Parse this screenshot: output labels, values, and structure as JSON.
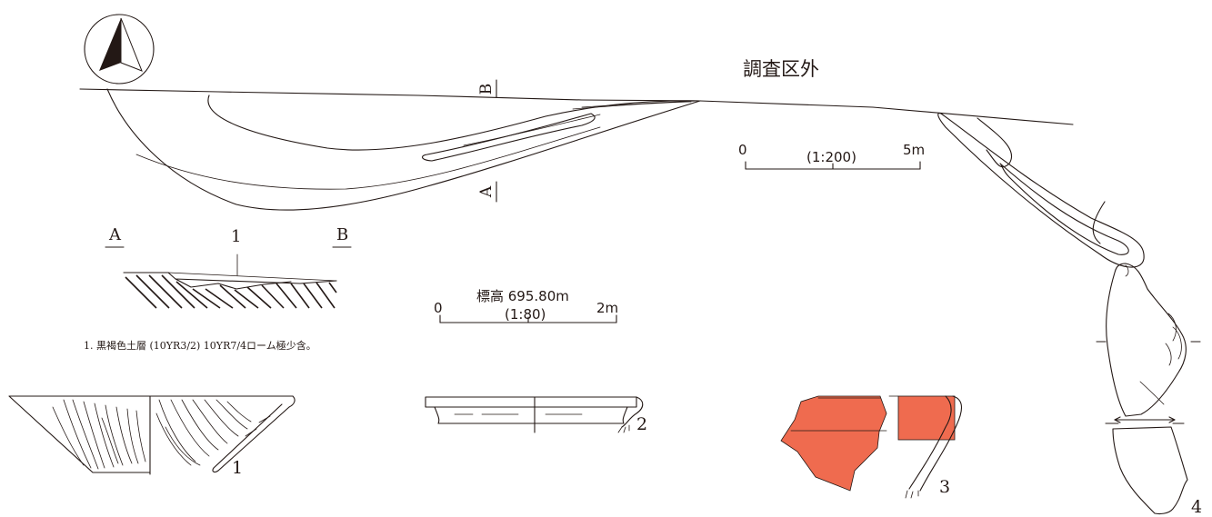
{
  "plan": {
    "area_label": "調査区外",
    "section_mark_b": "B",
    "section_mark_a": "A"
  },
  "plan_scale": {
    "start": "0",
    "ratio": "(1:200)",
    "end": "5m"
  },
  "section": {
    "label_a": "A",
    "label_b": "B",
    "layer_number": "1",
    "legend": "1. 黒褐色土層 (10YR3/2) 10YR7/4ローム極少含。"
  },
  "section_scale": {
    "elevation": "標高 695.80m",
    "start": "0",
    "ratio": "(1:80)",
    "end": "2m"
  },
  "artifacts": [
    {
      "number": "1"
    },
    {
      "number": "2"
    },
    {
      "number": "3"
    },
    {
      "number": "4"
    }
  ],
  "colors": {
    "line": "#231815",
    "fill_red": "#ef6b4f"
  },
  "icons": [
    "north-arrow-icon"
  ]
}
